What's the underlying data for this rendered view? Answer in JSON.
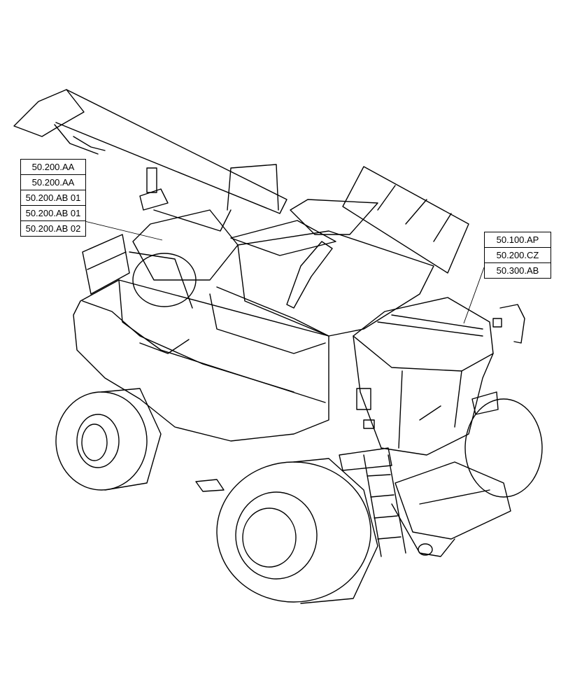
{
  "callouts": {
    "left": [
      "50.200.AA",
      "50.200.AA",
      "50.200.AB 01",
      "50.200.AB 01",
      "50.200.AB 02"
    ],
    "right": [
      "50.100.AP",
      "50.200.CZ",
      "50.300.AB"
    ]
  }
}
